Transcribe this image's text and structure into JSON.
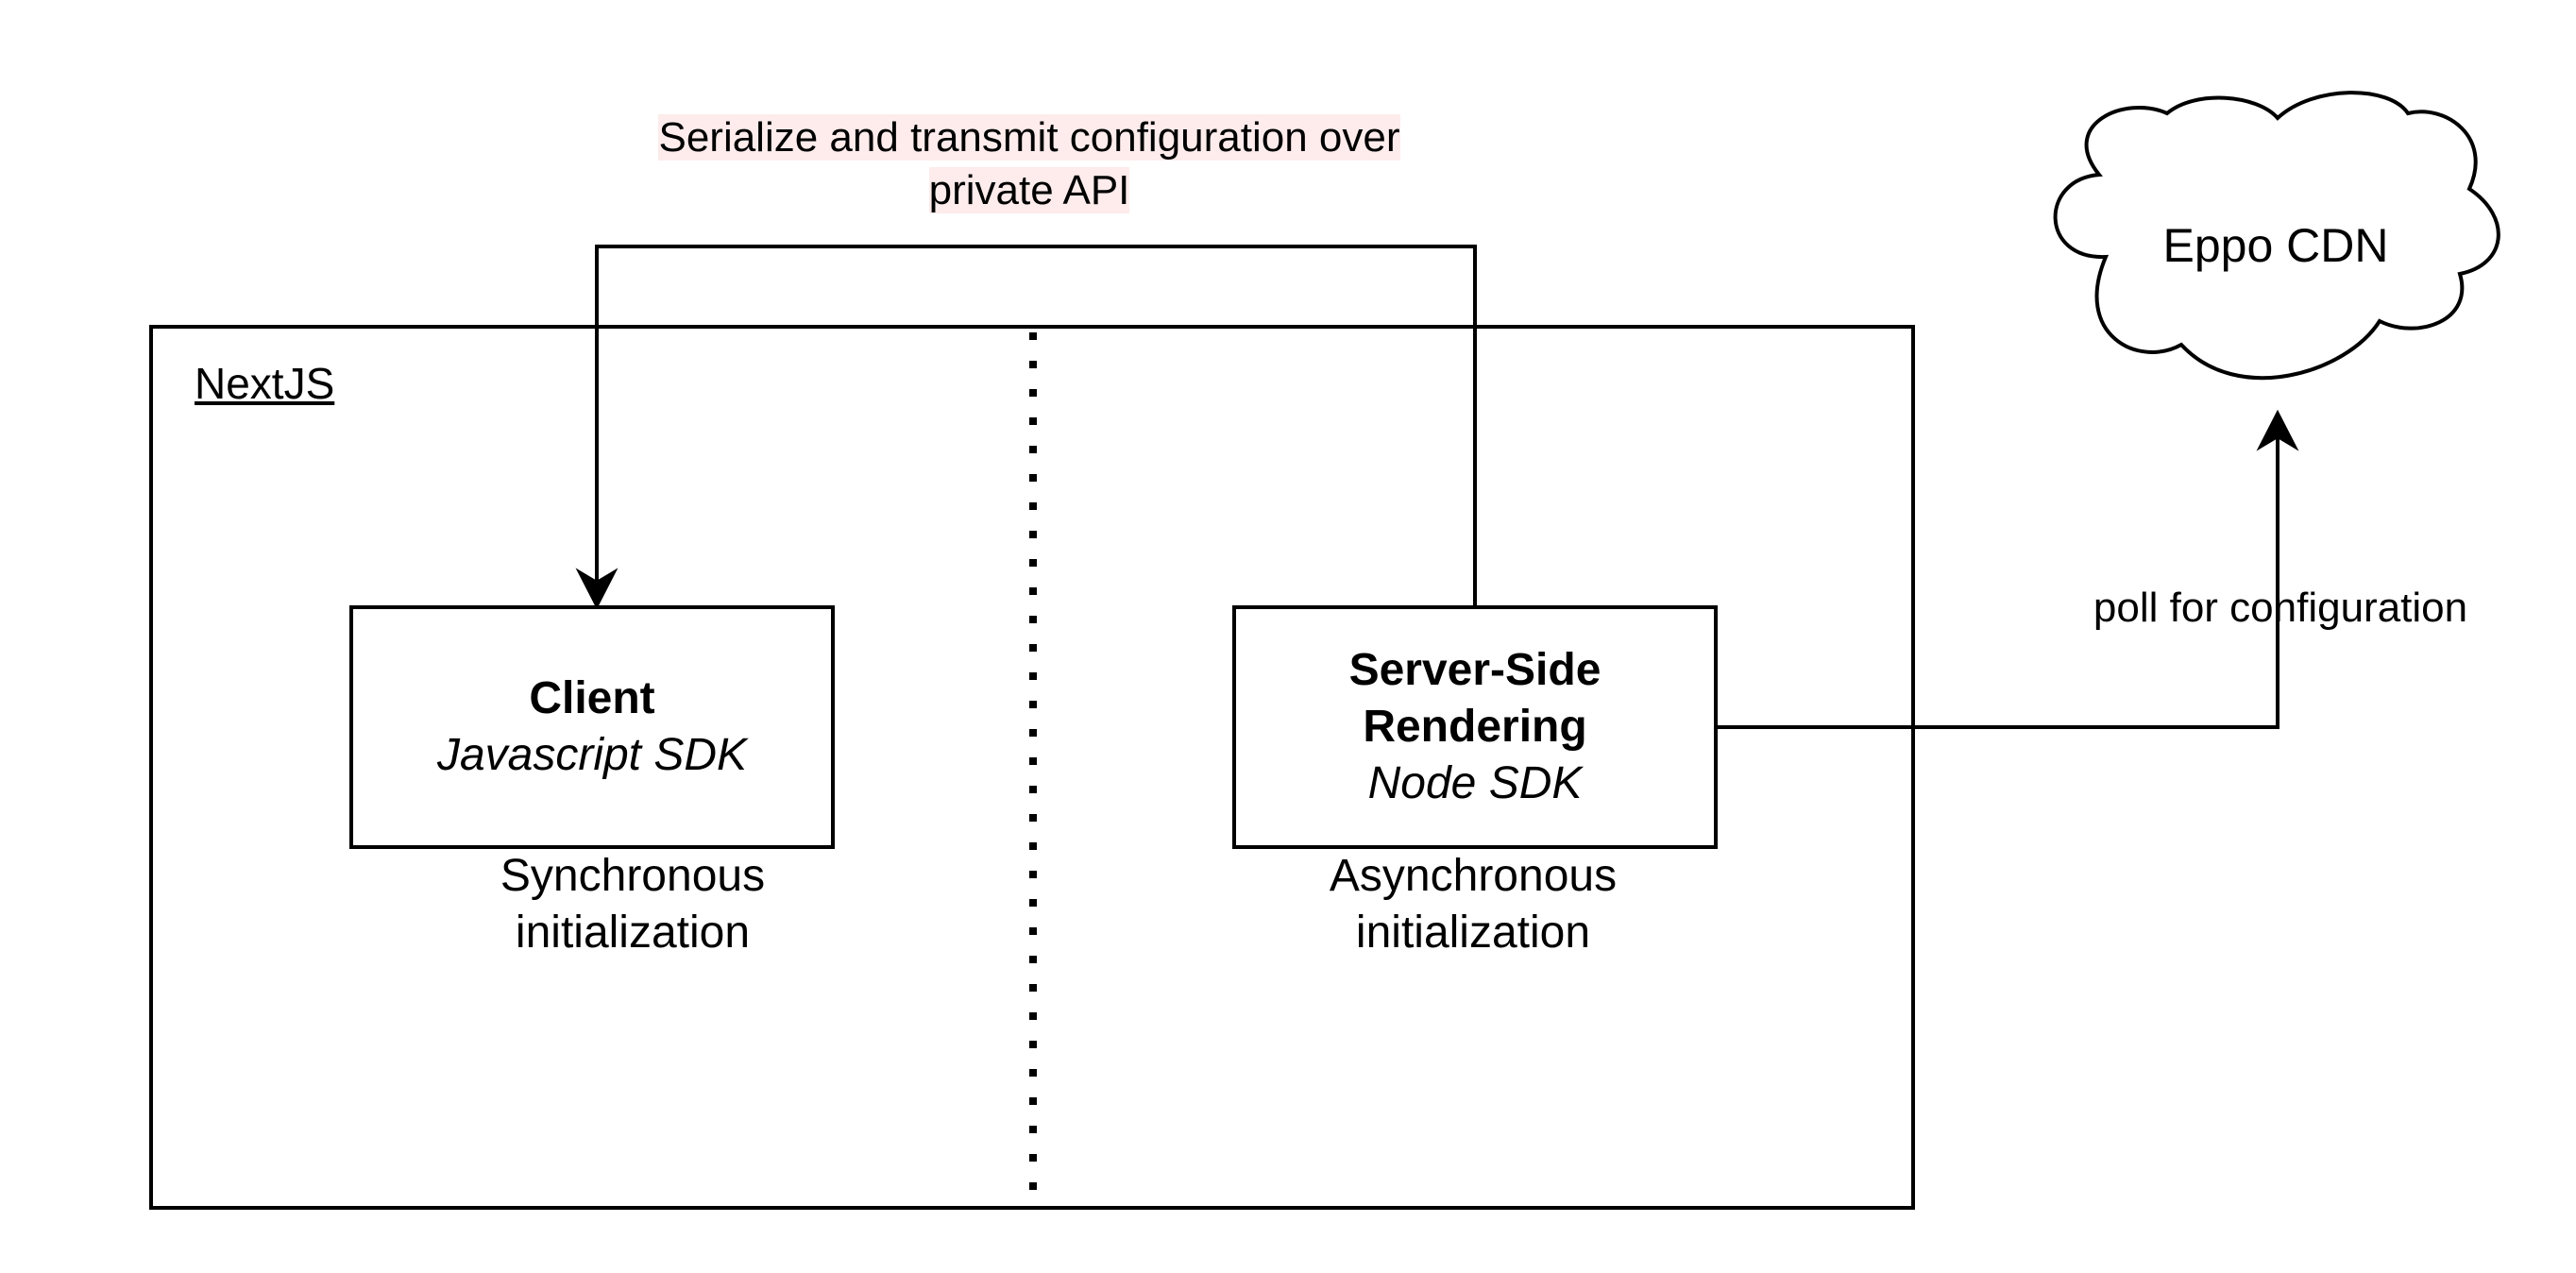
{
  "diagram": {
    "frame_title": "NextJS",
    "serialize_label": [
      "Serialize and transmit configuration over",
      "private API"
    ],
    "client": {
      "title": "Client",
      "subtitle": "Javascript SDK",
      "note": [
        "Synchronous",
        "initialization"
      ]
    },
    "ssr": {
      "title": [
        "Server-Side",
        "Rendering"
      ],
      "subtitle": "Node SDK",
      "note": [
        "Asynchronous",
        "initialization"
      ]
    },
    "cdn": {
      "label": "Eppo CDN"
    },
    "poll_label": "poll for configuration"
  },
  "colors": {
    "stroke": "#000000",
    "label_highlight": "#fdeceb",
    "background": "#ffffff"
  }
}
